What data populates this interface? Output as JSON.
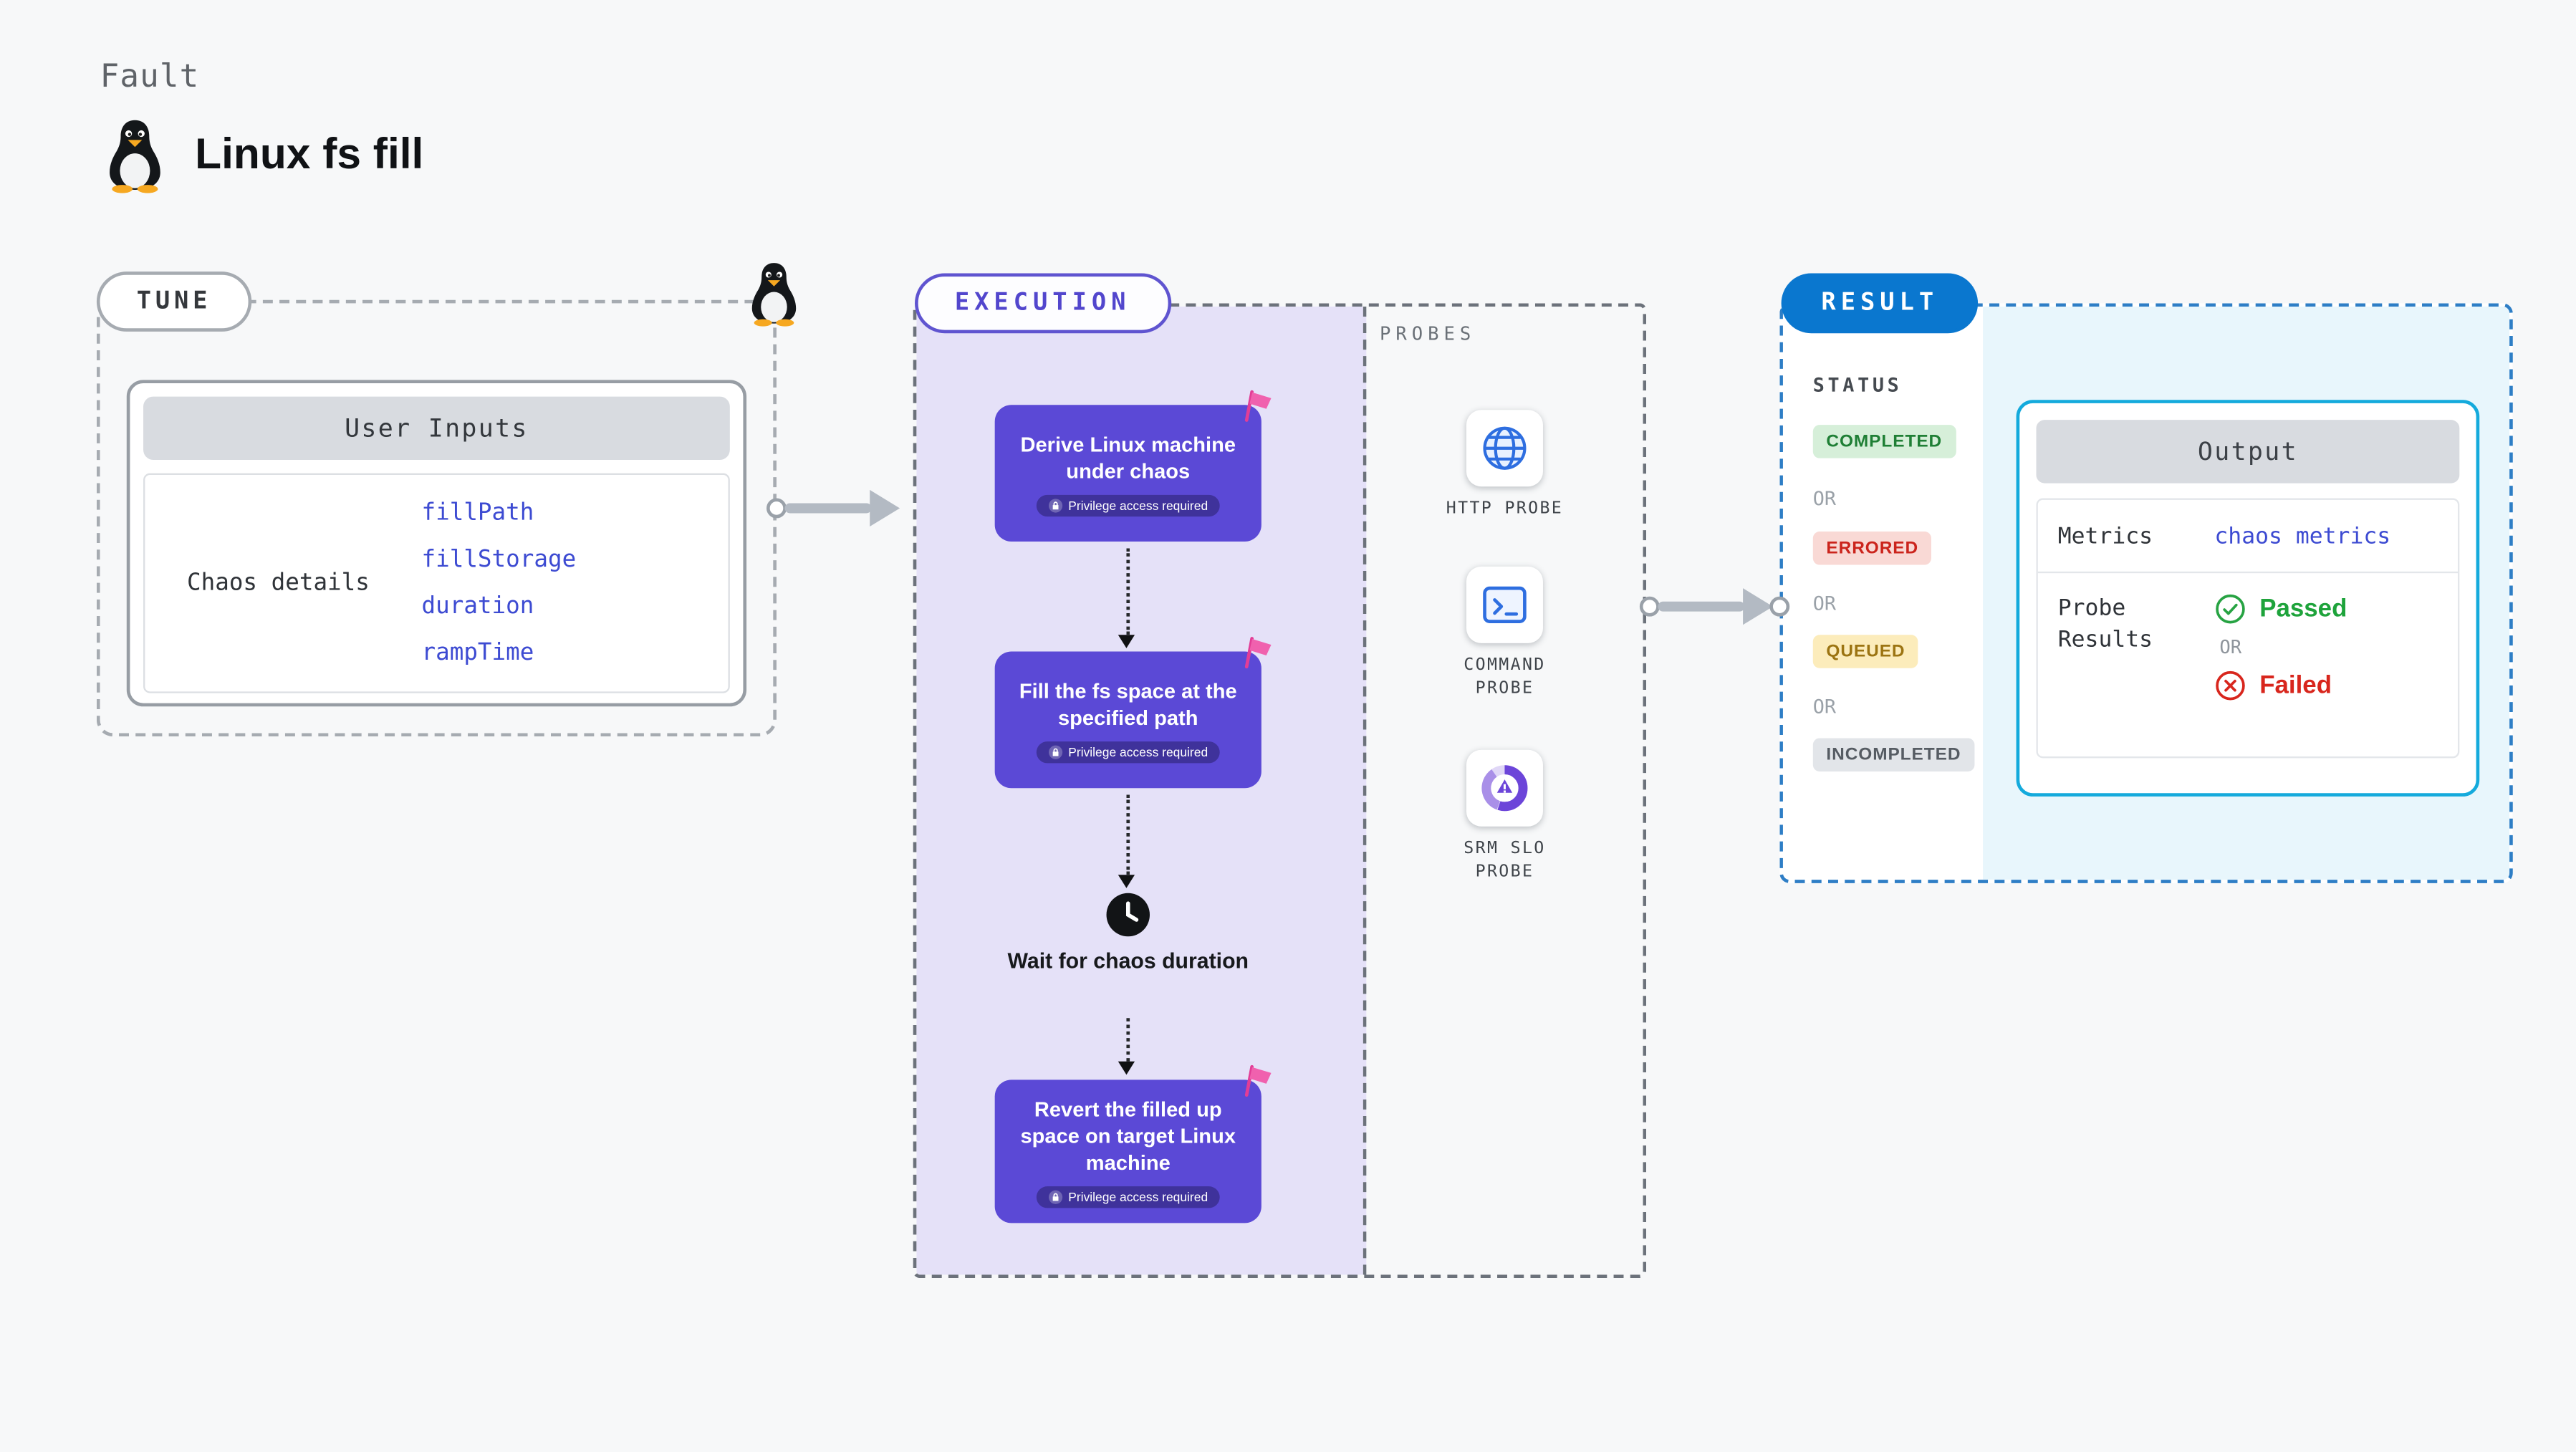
{
  "page": {
    "kicker": "Fault",
    "title": "Linux fs fill"
  },
  "tune": {
    "label": "TUNE",
    "card_title": "User Inputs",
    "row_label": "Chaos details",
    "inputs": [
      "fillPath",
      "fillStorage",
      "duration",
      "rampTime"
    ]
  },
  "execution": {
    "label": "EXECUTION",
    "steps": [
      {
        "title": "Derive Linux machine under chaos",
        "badge": "Privilege access required"
      },
      {
        "title": "Fill the fs space at the specified path",
        "badge": "Privilege access required"
      },
      {
        "title": "Revert the filled up space on target Linux machine",
        "badge": "Privilege access required"
      }
    ],
    "wait_label": "Wait for chaos duration"
  },
  "probes": {
    "label": "PROBES",
    "items": [
      {
        "name": "HTTP PROBE",
        "icon": "globe-icon"
      },
      {
        "name": "COMMAND PROBE",
        "icon": "terminal-icon"
      },
      {
        "name": "SRM SLO PROBE",
        "icon": "slo-donut-icon"
      }
    ]
  },
  "result": {
    "label": "RESULT",
    "status_label": "STATUS",
    "or_label": "OR",
    "statuses": [
      {
        "text": "COMPLETED",
        "color": "#1f7f35",
        "bg": "#d6efd9"
      },
      {
        "text": "ERRORED",
        "color": "#cb241c",
        "bg": "#f9d9d5"
      },
      {
        "text": "QUEUED",
        "color": "#9c7412",
        "bg": "#fcecbb"
      },
      {
        "text": "INCOMPLETED",
        "color": "#565c63",
        "bg": "#e2e5e9"
      }
    ],
    "output": {
      "title": "Output",
      "metrics_label": "Metrics",
      "metrics_link": "chaos metrics",
      "probe_results_label": "Probe Results",
      "passed_label": "Passed",
      "failed_label": "Failed"
    }
  },
  "icons": {
    "linux-penguin-icon": "tux",
    "flag-icon": "pink pennant",
    "lock-icon": "privilege lock",
    "clock-icon": "wait clock",
    "globe-icon": "http globe",
    "terminal-icon": "command prompt",
    "slo-donut-icon": "srm slo donut",
    "check-circle-icon": "passed check",
    "x-circle-icon": "failed cross"
  },
  "colors": {
    "accent_purple": "#5b49d6",
    "panel_lavender": "#e5e1f8",
    "accent_blue": "#0a77cf",
    "accent_cyan": "#14aadc",
    "result_tint": "#e8f6fc",
    "link_blue": "#3d4bd2",
    "passed_green": "#1ea33b",
    "failed_red": "#d8261d",
    "flag_pink": "#f061ae"
  }
}
